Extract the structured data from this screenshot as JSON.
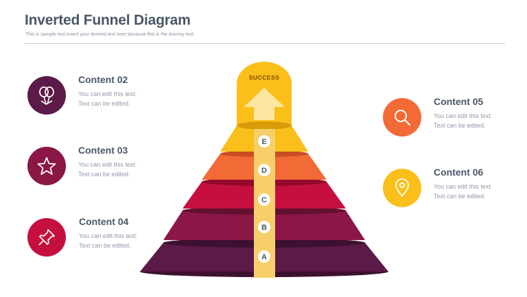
{
  "header": {
    "title": "Inverted Funnel Diagram",
    "subtitle": "This is sample text.Insert your desired text here because this is the dummy text."
  },
  "funnel": {
    "top_label": "SUCCESS",
    "levels": [
      {
        "letter": "A",
        "color": "#5c1a48",
        "shade": "#3e1030"
      },
      {
        "letter": "B",
        "color": "#8a1745",
        "shade": "#63102f"
      },
      {
        "letter": "C",
        "color": "#c5103f",
        "shade": "#93082c"
      },
      {
        "letter": "D",
        "color": "#f26a35",
        "shade": "#c94e23"
      },
      {
        "letter": "E",
        "color": "#fbbf1a",
        "shade": "#d89c0a"
      }
    ],
    "cap_color": "#fbbf1a",
    "arrow_color": "#fde6a0",
    "bar_color": "#f7cf6a"
  },
  "contents": [
    {
      "heading": "Content 02",
      "line1": "You can edit this text.",
      "line2": "Text can be edited.",
      "color": "#5c1a48",
      "icon": "balloons-icon"
    },
    {
      "heading": "Content 03",
      "line1": "You can edit this text.",
      "line2": "Text can be edited.",
      "color": "#8a1745",
      "icon": "star-icon"
    },
    {
      "heading": "Content 04",
      "line1": "You can edit this text.",
      "line2": "Text can be edited.",
      "color": "#c5103f",
      "icon": "pin-icon"
    },
    {
      "heading": "Content 05",
      "line1": "You can edit this text.",
      "line2": "Text can be edited.",
      "color": "#f26a35",
      "icon": "search-icon"
    },
    {
      "heading": "Content 06",
      "line1": "You can edit this text.",
      "line2": "Text can be edited.",
      "color": "#fbbf1a",
      "icon": "location-icon"
    }
  ]
}
